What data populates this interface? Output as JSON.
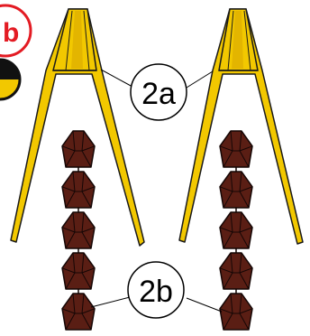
{
  "corner_label": "b",
  "labels": {
    "upper": "2a",
    "lower": "2b"
  },
  "colors": {
    "funnel_fill": "#f2c800",
    "funnel_shade": "#d9a800",
    "funnel_stroke": "#1a1a1a",
    "bead_fill": "#5a1e14",
    "bead_stroke": "#140605",
    "corner_red": "#e31b23",
    "line": "#000000"
  }
}
